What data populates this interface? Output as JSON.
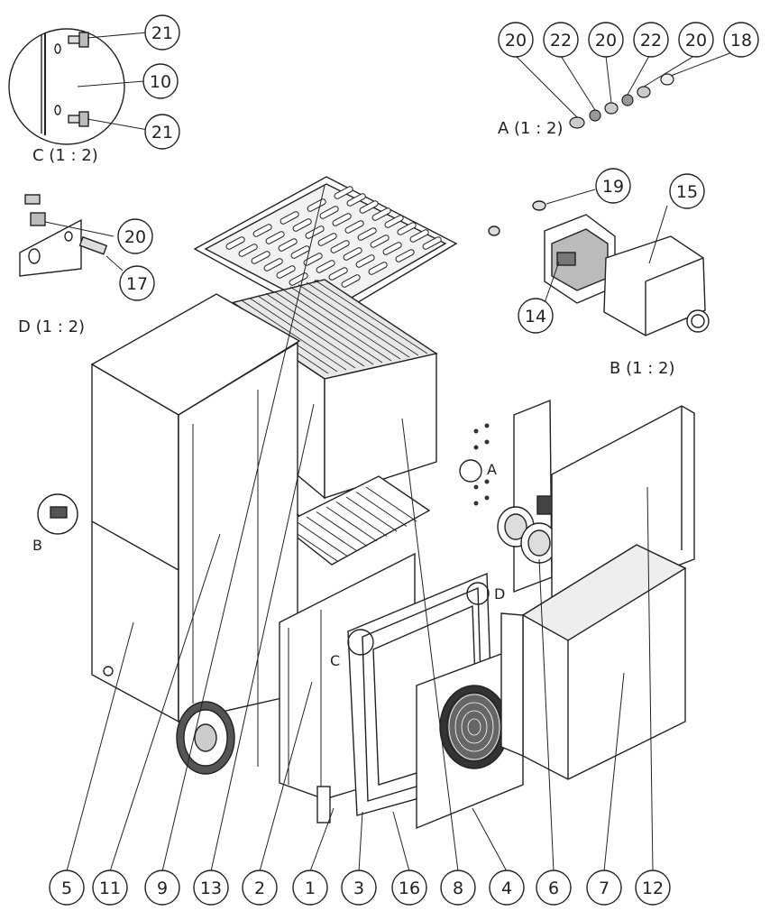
{
  "views": {
    "detail_C": "C (1 : 2)",
    "detail_A": "A (1 : 2)",
    "detail_D": "D (1 : 2)",
    "detail_B": "B (1 : 2)"
  },
  "callout_letters": {
    "A": "A",
    "B": "B",
    "C": "C",
    "D": "D"
  },
  "balloons": {
    "c21a": "21",
    "c10": "10",
    "c21b": "21",
    "a20a": "20",
    "a22a": "22",
    "a20b": "20",
    "a22b": "22",
    "a20c": "20",
    "a18": "18",
    "d20": "20",
    "d17": "17",
    "b19": "19",
    "b15": "15",
    "b14": "14",
    "m5": "5",
    "m11": "11",
    "m9": "9",
    "m13": "13",
    "m2": "2",
    "m1": "1",
    "m3": "3",
    "m16": "16",
    "m8": "8",
    "m4": "4",
    "m6": "6",
    "m7": "7",
    "m12": "12"
  },
  "colors": {
    "line": "#222222",
    "fill": "#ffffff",
    "shade": "#d9d9d9"
  }
}
